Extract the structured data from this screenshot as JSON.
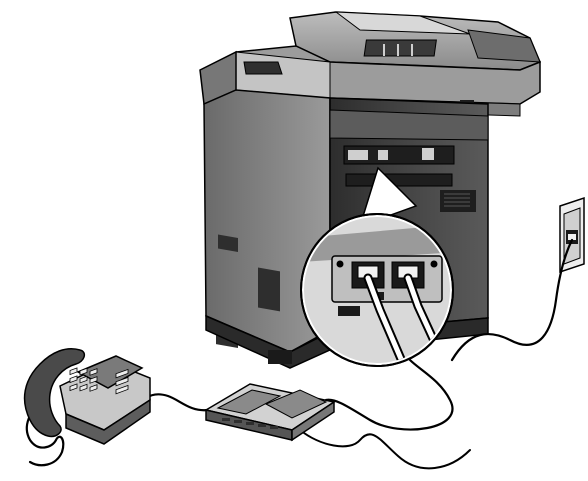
{
  "figure": {
    "type": "device connection illustration",
    "components": [
      {
        "name": "mfp-printer",
        "kind": "multifunction printer with document feeder"
      },
      {
        "name": "connector-callout",
        "kind": "magnified view of rear line / ext ports"
      },
      {
        "name": "wall-jack",
        "kind": "telephone wall outlet"
      },
      {
        "name": "answering-machine",
        "kind": "answering machine"
      },
      {
        "name": "telephone",
        "kind": "desk telephone with handset"
      }
    ],
    "connections": [
      {
        "from": "mfp-printer",
        "to": "wall-jack"
      },
      {
        "from": "mfp-printer",
        "to": "answering-machine"
      },
      {
        "from": "answering-machine",
        "to": "telephone"
      }
    ]
  },
  "colors": {
    "dark": "#3e3e3e",
    "mid": "#8c8c8c",
    "light": "#d6d6d6",
    "outline": "#000000",
    "background": "#ffffff"
  }
}
